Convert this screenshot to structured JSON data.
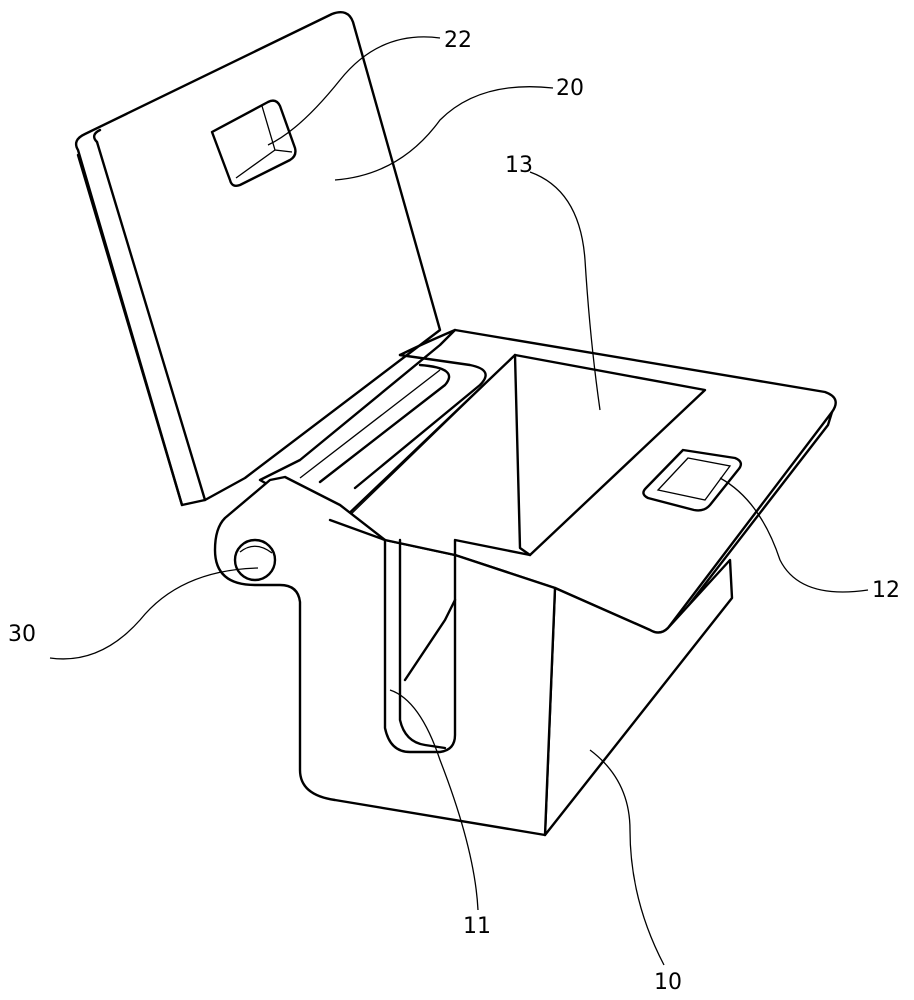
{
  "figure": {
    "labels": {
      "l22": "22",
      "l20": "20",
      "l13": "13",
      "l12": "12",
      "l30": "30",
      "l11": "11",
      "l10": "10"
    }
  }
}
